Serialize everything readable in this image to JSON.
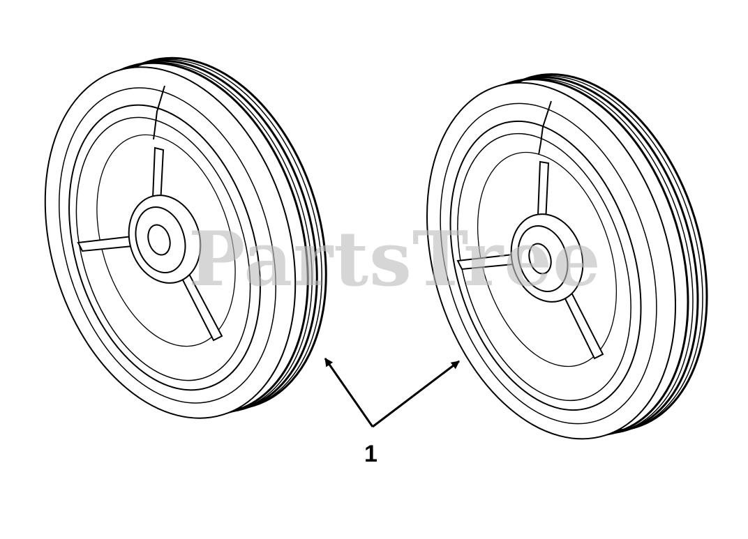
{
  "diagram": {
    "callout_label": "1",
    "watermark": "PartsTree",
    "colors": {
      "background": "#ffffff",
      "line": "#000000",
      "watermark": "#bdbdbd"
    },
    "parts": [
      {
        "callout": "1",
        "item": "wheel",
        "position": "left"
      },
      {
        "callout": "1",
        "item": "wheel",
        "position": "right"
      }
    ]
  }
}
